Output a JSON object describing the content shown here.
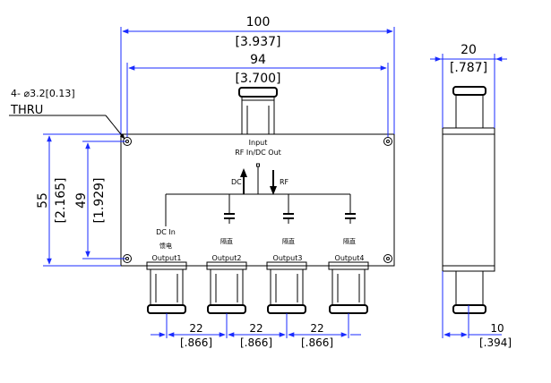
{
  "dimensions": {
    "overall_width": {
      "mm": "100",
      "inch": "[3.937]"
    },
    "hole_spacing_x": {
      "mm": "94",
      "inch": "[3.700]"
    },
    "overall_height": {
      "mm": "55",
      "inch": "[2.165]"
    },
    "hole_spacing_y": {
      "mm": "49",
      "inch": "[1.929]"
    },
    "depth": {
      "mm": "20",
      "inch": "[.787]"
    },
    "side_offset": {
      "mm": "10",
      "inch": "[.394]"
    },
    "port_pitch_1": {
      "mm": "22",
      "inch": "[.866]"
    },
    "port_pitch_2": {
      "mm": "22",
      "inch": "[.866]"
    },
    "port_pitch_3": {
      "mm": "22",
      "inch": "[.866]"
    }
  },
  "mounting_hole": {
    "spec": "4- ⌀3.2[0.13]",
    "note": "THRU"
  },
  "labels": {
    "input": "Input",
    "rf_in_dc_out": "RF In/DC Out",
    "dc": "DC",
    "rf": "RF",
    "dc_in": "DC In",
    "dc_in_cn": "馈电",
    "block_cn": "隔直",
    "outputs": [
      "Output1",
      "Output2",
      "Output3",
      "Output4"
    ]
  }
}
